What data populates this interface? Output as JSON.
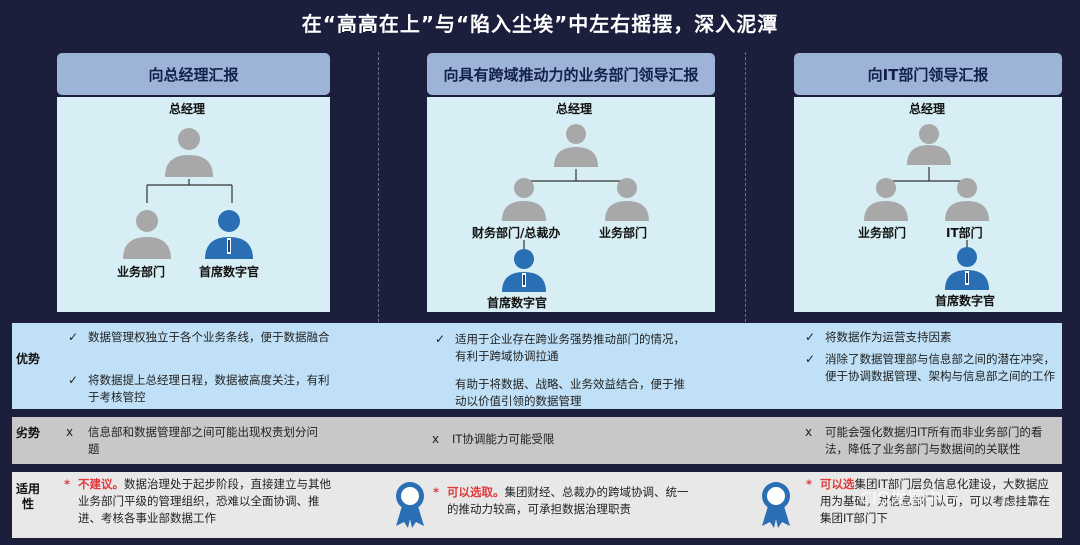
{
  "title": "在“高高在上”与“陷入尘埃”中左右摇摆，深入泥潭",
  "columns": [
    {
      "header": "向总经理汇报",
      "top": "总经理",
      "left": "业务部门",
      "right": "首席数字官"
    },
    {
      "header": "向具有跨域推动力的业务部门领导汇报",
      "top": "总经理",
      "left": "财务部门/总裁办",
      "right": "业务部门",
      "bottom": "首席数字官"
    },
    {
      "header": "向IT部门领导汇报",
      "top": "总经理",
      "left": "业务部门",
      "right": "IT部门",
      "bottom": "首席数字官"
    }
  ],
  "rows": {
    "advantage": "优势",
    "disadvantage": "劣势",
    "applicability": "适用性"
  },
  "advantages": [
    [
      "数据管理权独立于各个业务条线，便于数据融合",
      "将数据提上总经理日程，数据被高度关注，有利于考核管控"
    ],
    [
      "适用于企业存在跨业务强势推动部门的情况，有利于跨域协调拉通",
      "有助于将数据、战略、业务效益结合，便于推动以价值引领的数据管理"
    ],
    [
      "将数据作为运营支持因素",
      "消除了数据管理部与信息部之间的潜在冲突，便于协调数据管理、架构与信息部之间的工作"
    ]
  ],
  "disadvantages": [
    "信息部和数据管理部之间可能出现权责划分问题",
    "IT协调能力可能受限",
    "可能会强化数据归IT所有而非业务部门的看法，降低了业务部门与数据间的关联性"
  ],
  "applicability": [
    {
      "tag": "不建议。",
      "text": "数据治理处于起步阶段，直接建立与其他业务部门平级的管理组织，恐难以全面协调、推进、考核各事业部数据工作"
    },
    {
      "tag": "可以选取。",
      "text": "集团财经、总裁办的跨域协调、统一的推动力较高，可承担数据治理职责"
    },
    {
      "tag": "可以选",
      "text": "集团IT部门层负信息化建设，大数据应用为基础，对信息部门认可，可以考虑挂靠在集团IT部门下"
    }
  ],
  "marks": {
    "check": "✓",
    "cross": "x",
    "star": "*"
  },
  "watermark": "CIO发展中心",
  "colors": {
    "background": "#1b1f3b",
    "header": "#9db3d8",
    "org_box": "#d6eef4",
    "advantage_band": "#bfe0f6",
    "disadvantage_band": "#c8c8c8",
    "applicability_band": "#e8e8e8",
    "person_gray": "#a8a8a8",
    "person_blue": "#2a6fb4",
    "accent_red": "#e0393c"
  },
  "icons": [
    "person-icon",
    "executive-person-icon",
    "award-medal-icon",
    "check-icon",
    "cross-icon"
  ]
}
